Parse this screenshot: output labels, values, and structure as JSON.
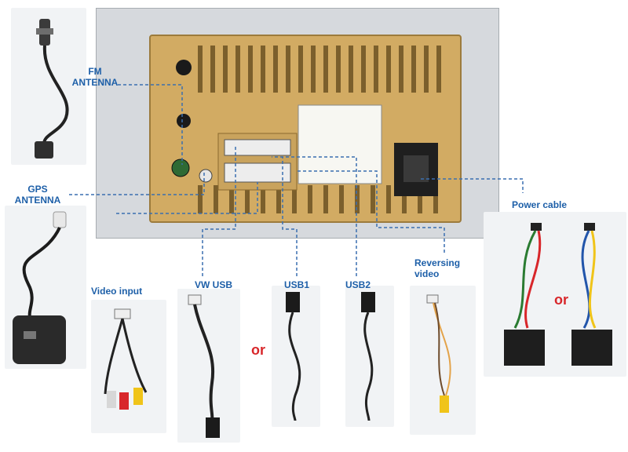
{
  "labels": {
    "fm_antenna": "FM\nANTENNA",
    "gps_antenna": "GPS\nANTENNA",
    "power_cable": "Power cable",
    "reversing_video": "Reversing\nvideo",
    "video_input": "Video input",
    "vw_usb": "VW USB",
    "usb1": "USB1",
    "usb2": "USB2"
  },
  "or_text": {
    "usb": "or",
    "power": "or"
  },
  "colors": {
    "label": "#1d5fa8",
    "or": "#d8262a",
    "housing": "#d2ab63",
    "leader_line": "#3a6fb0"
  }
}
